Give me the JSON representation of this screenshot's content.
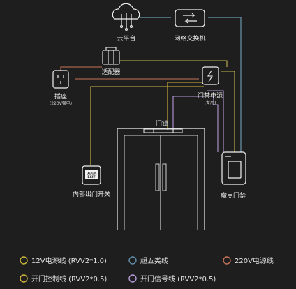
{
  "nodes": {
    "cloud": "云平台",
    "switch": "网络交换机",
    "adapter": "适配器",
    "socket": "插座",
    "socket_note": "(220V强电)",
    "power": "门禁电源",
    "power_note": "(专用)",
    "lock": "门锁",
    "exit_button": "内部出门开关",
    "exit_button_face": "DOOR",
    "exit_button_face2": "EXIT",
    "terminal": "魔点门禁"
  },
  "legend": [
    {
      "label": "12V电源线 (RVV2*1.0)",
      "color": "#c9b63a"
    },
    {
      "label": "超五类线",
      "color": "#5f8fa8"
    },
    {
      "label": "220V电源线",
      "color": "#c8745a"
    },
    {
      "label": "开门控制线 (RVV2*0.5)",
      "color": "#d4b640"
    },
    {
      "label": "开门信号线 (RVV2*0.5)",
      "color": "#b59ad6"
    }
  ],
  "colors": {
    "cat5": "#6b97ad",
    "v12": "#c2b84e",
    "v220": "#c8745a",
    "open_ctrl": "#d4b640",
    "signal": "#b59ad6",
    "device": "#f2f2f2"
  }
}
